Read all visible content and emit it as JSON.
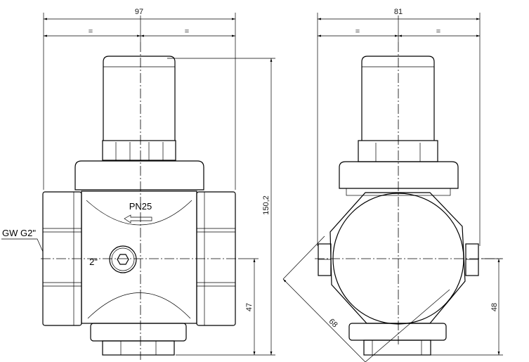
{
  "front_view": {
    "width_dim": "97",
    "half_left": "=",
    "half_right": "=",
    "height_dim": "150,2",
    "axis_height_dim": "47",
    "thread_label": "GW G2\"",
    "pressure_marking": "PN25",
    "port_size_marking": "2\""
  },
  "side_view": {
    "width_dim": "81",
    "half_left": "=",
    "half_right": "=",
    "axis_height_dim": "48",
    "hex_dim": "68"
  },
  "colors": {
    "line": "#000000",
    "dimension_text": "#1a1a1a"
  }
}
